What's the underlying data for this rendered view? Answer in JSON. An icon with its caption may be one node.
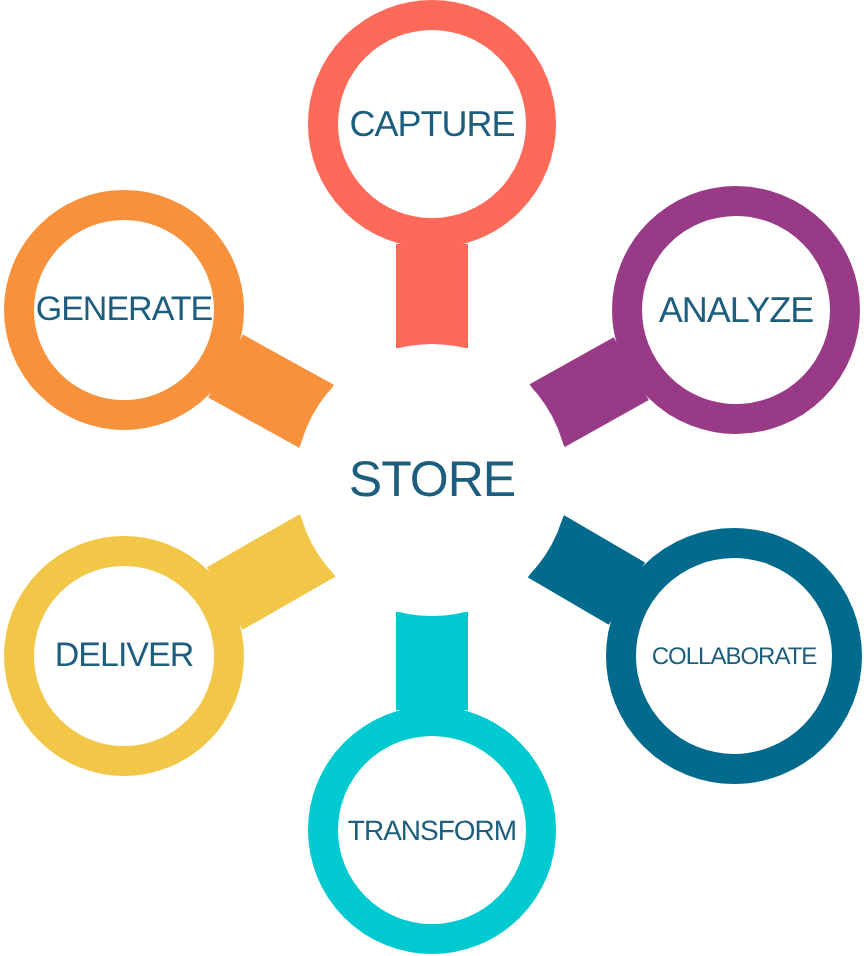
{
  "diagram": {
    "nodes": [
      {
        "text": [
          "CAPTURE"
        ]
      },
      {
        "text": [
          "GENERATE"
        ]
      },
      {
        "text": [
          "ANALYZE"
        ]
      },
      {
        "text": [
          "STORE"
        ]
      },
      {
        "text": [
          "DELIVER"
        ]
      },
      {
        "text": [
          "COLLABORATE"
        ]
      },
      {
        "text": [
          "TRANSFORM"
        ]
      }
    ],
    "edges": [
      {
        "from": 0,
        "to": 3,
        "arrow": "none",
        "color": "#fe6a5a"
      },
      {
        "from": 1,
        "to": 3,
        "arrow": "none",
        "color": "#f8913c"
      },
      {
        "from": 2,
        "to": 3,
        "arrow": "none",
        "color": "#993a86"
      },
      {
        "from": 4,
        "to": 3,
        "arrow": "none",
        "color": "#f2c747"
      },
      {
        "from": 5,
        "to": 3,
        "arrow": "none",
        "color": "#016a8d"
      },
      {
        "from": 6,
        "to": 3,
        "arrow": "none",
        "color": "#00c9cf"
      }
    ]
  }
}
